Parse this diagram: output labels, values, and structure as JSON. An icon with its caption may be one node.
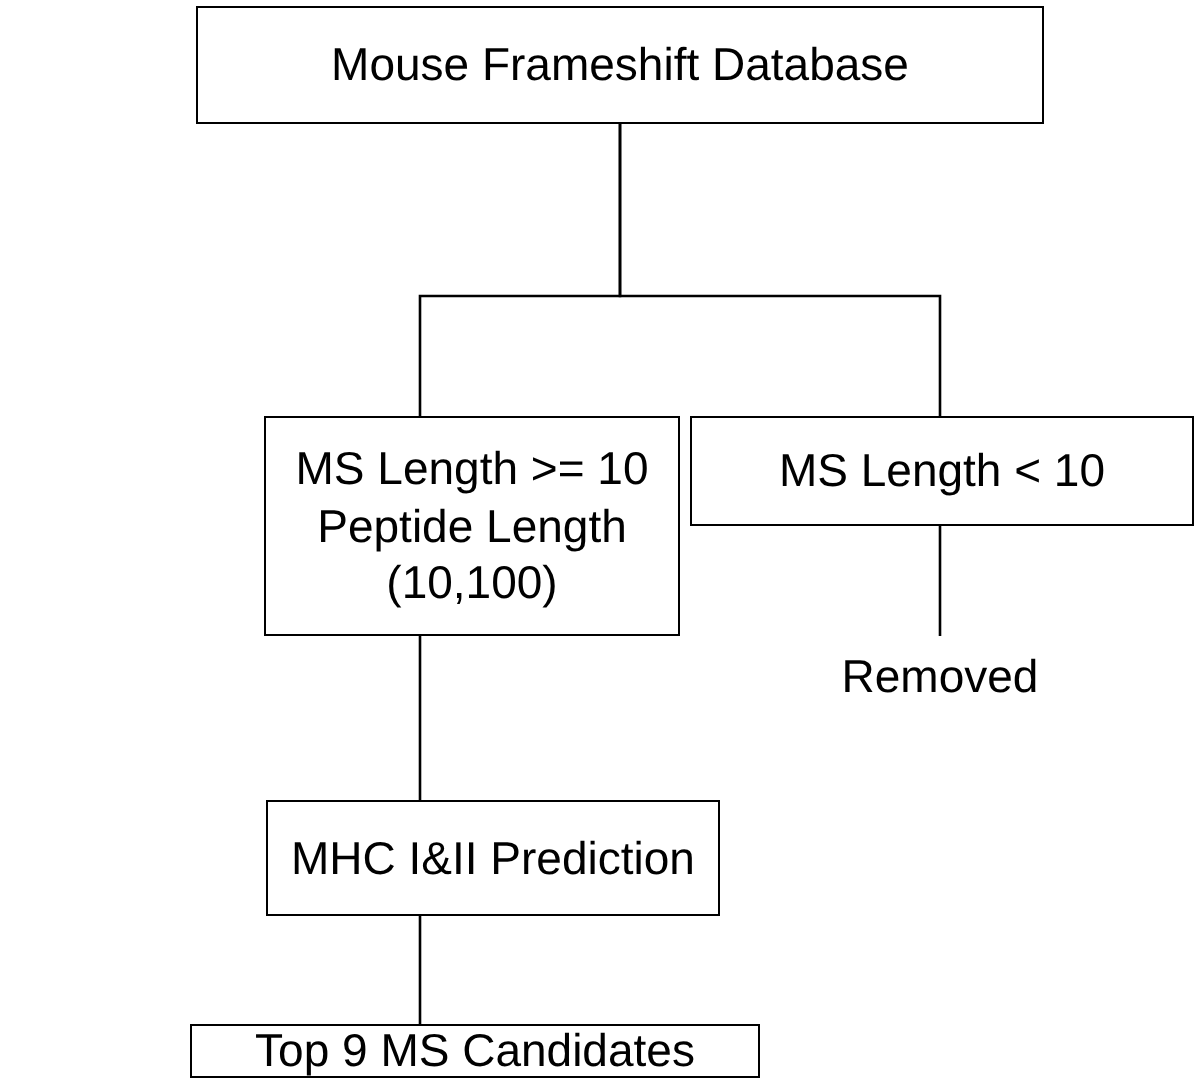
{
  "diagram": {
    "nodes": [
      {
        "text": [
          "Mouse Frameshift Database"
        ]
      },
      {
        "text": [
          "MS Length >= 10",
          "Peptide Length (10,100)"
        ]
      },
      {
        "text": [
          "MS Length < 10"
        ]
      },
      {
        "text": [
          "Removed"
        ]
      },
      {
        "text": [
          "MHC I&II Prediction"
        ]
      },
      {
        "text": [
          "Top 9 MS Candidates"
        ]
      }
    ],
    "edges": [
      {
        "from": 0,
        "to": 1,
        "arrow": "none"
      },
      {
        "from": 0,
        "to": 2,
        "arrow": "none"
      },
      {
        "from": 2,
        "to": 3,
        "arrow": "none"
      },
      {
        "from": 1,
        "to": 4,
        "arrow": "none"
      },
      {
        "from": 4,
        "to": 5,
        "arrow": "none"
      }
    ]
  }
}
